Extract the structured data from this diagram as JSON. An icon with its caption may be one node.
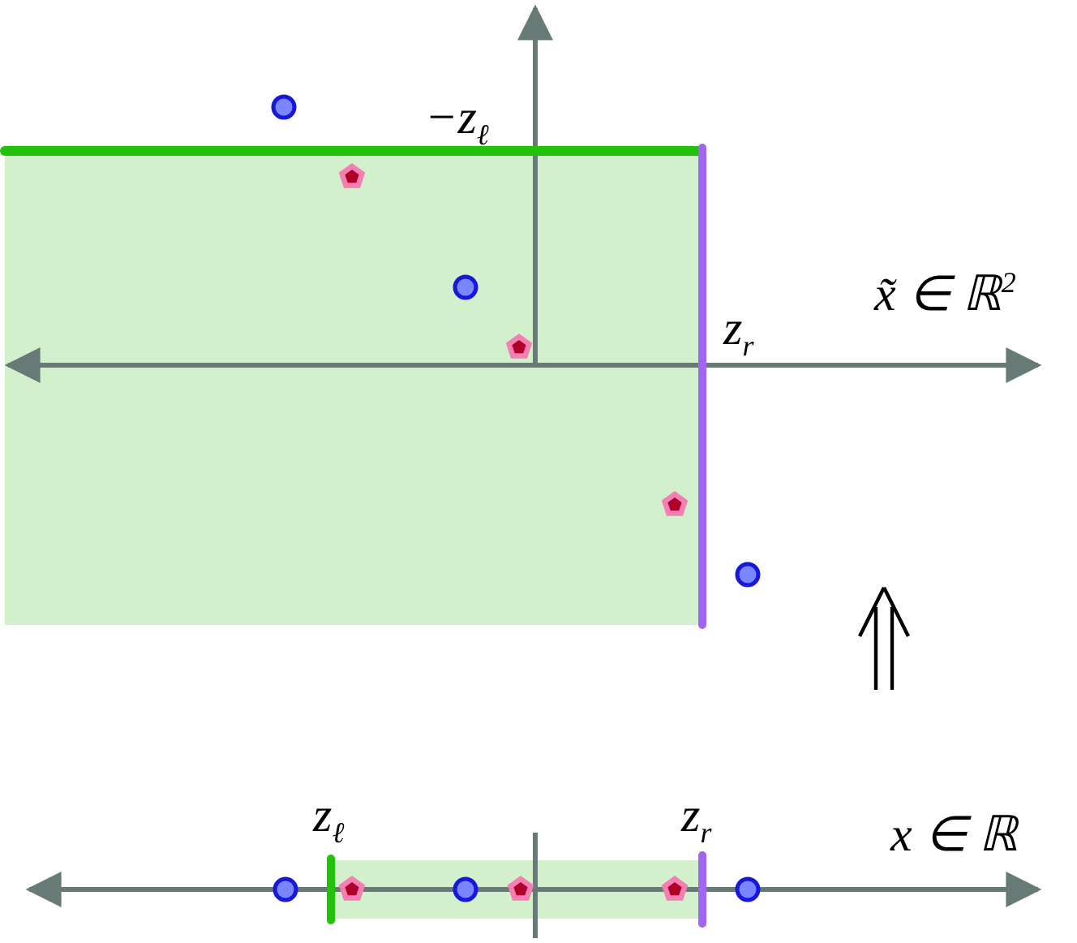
{
  "diagram": {
    "labels": [
      "−z$_{ℓ}$",
      "z$_{r}$",
      "x̃ ∈ ℝ$^{2}$",
      "z$_{ℓ}$",
      "z$_{r}$",
      "x ∈ ℝ"
    ]
  }
}
